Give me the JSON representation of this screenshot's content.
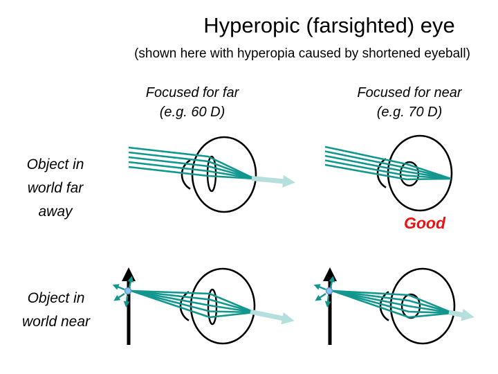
{
  "title": "Hyperopic (farsighted) eye",
  "subtitle": "(shown here with hyperopia caused by shortened eyeball)",
  "column_headers": [
    {
      "label": "Focused for far\n(e.g. 60 D)"
    },
    {
      "label": "Focused for near\n(e.g. 70 D)"
    }
  ],
  "row_headers": [
    {
      "label": "Object in\nworld far\naway"
    },
    {
      "label": "Object in\nworld near"
    }
  ],
  "annotations": {
    "good_label": "Good"
  },
  "colors": {
    "background": "#FFFFFF",
    "ray": "#12978E",
    "ray_faint": "#B5DFDD",
    "eye_outline": "#000000",
    "object_arrow": "#000000",
    "point_source_fill": "#8FC3E9",
    "point_source_stroke": "#5B9BD5",
    "good_text": "#EE1111",
    "text": "#000000"
  }
}
